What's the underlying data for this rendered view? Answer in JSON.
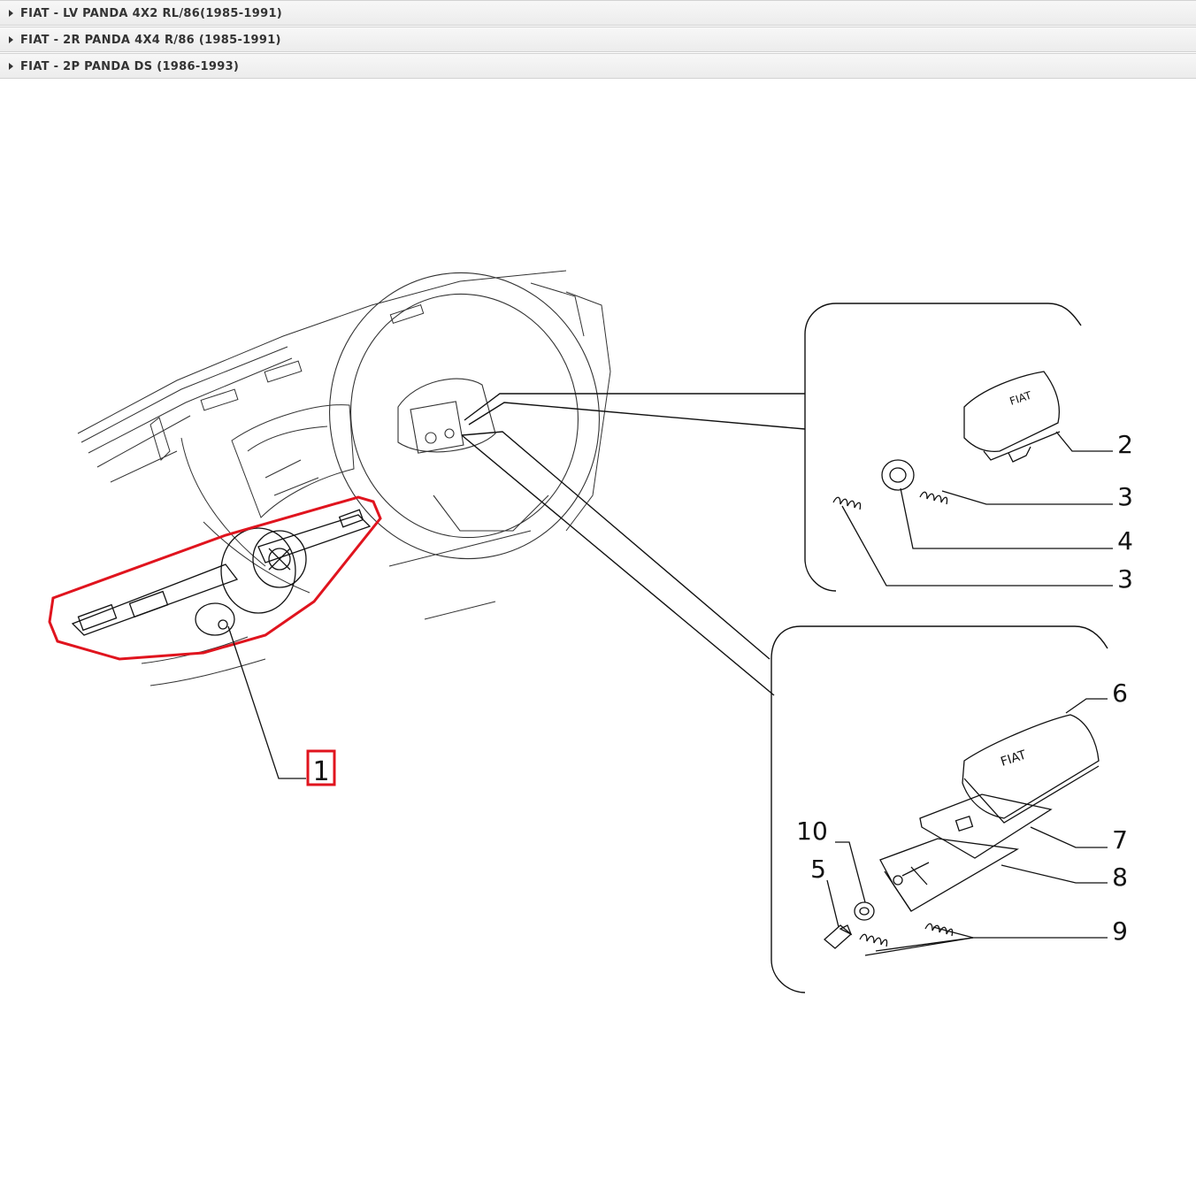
{
  "accordion": {
    "rows": [
      {
        "label": "FIAT - LV PANDA 4X2 RL/86(1985-1991)"
      },
      {
        "label": "FIAT - 2R PANDA 4X4 R/86 (1985-1991)"
      },
      {
        "label": "FIAT - 2P PANDA DS (1986-1993)"
      }
    ]
  },
  "diagram": {
    "brand_text": "FIAT",
    "callouts": [
      "1",
      "2",
      "3",
      "4",
      "3",
      "6",
      "7",
      "8",
      "9",
      "10",
      "5"
    ],
    "highlight_color": "#e0141e"
  }
}
